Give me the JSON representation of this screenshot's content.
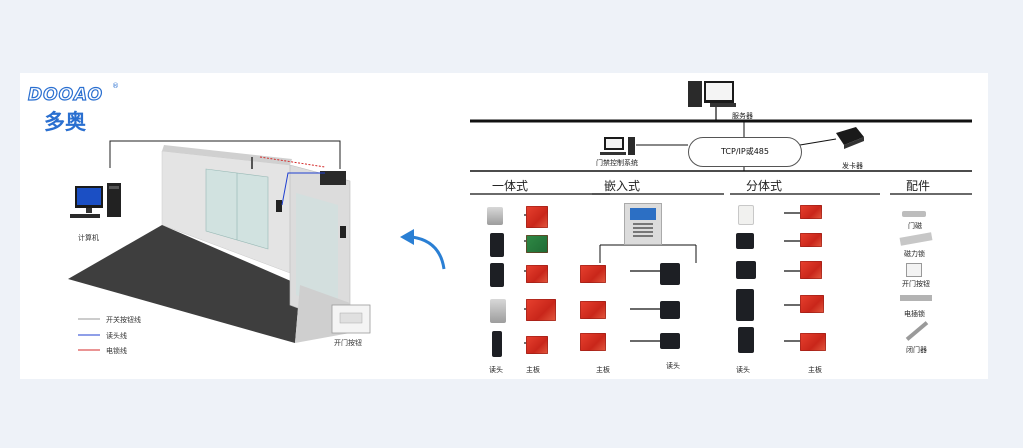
{
  "brand": {
    "wordmark": "DOOAO",
    "registered": "®",
    "name_cn": "多奥",
    "color": "#2a6fd0"
  },
  "room": {
    "computer_label": "计算机",
    "exit_button_label": "开门按钮",
    "legend": [
      {
        "label": "开关按钮线",
        "color": "#9a9a9a"
      },
      {
        "label": "读头线",
        "color": "#1f3fd0"
      },
      {
        "label": "电锁线",
        "color": "#d42a2a"
      }
    ]
  },
  "network": {
    "server_label": "服务器",
    "access_system_label": "门禁控制系统",
    "bus_label": "TCP/IP或485",
    "card_issuer_label": "发卡器"
  },
  "categories": [
    {
      "title": "一体式",
      "captions": [
        "读头",
        "主板"
      ]
    },
    {
      "title": "嵌入式",
      "captions": [
        "主板",
        "读头"
      ]
    },
    {
      "title": "分体式",
      "captions": [
        "读头",
        "主板"
      ]
    },
    {
      "title": "配件",
      "items": [
        "门磁",
        "磁力锁",
        "开门按钮",
        "电插锁",
        "闭门器"
      ]
    }
  ],
  "colors": {
    "board_red": "#d9301f",
    "board_green": "#27803d",
    "arrow": "#2a7fd4"
  }
}
